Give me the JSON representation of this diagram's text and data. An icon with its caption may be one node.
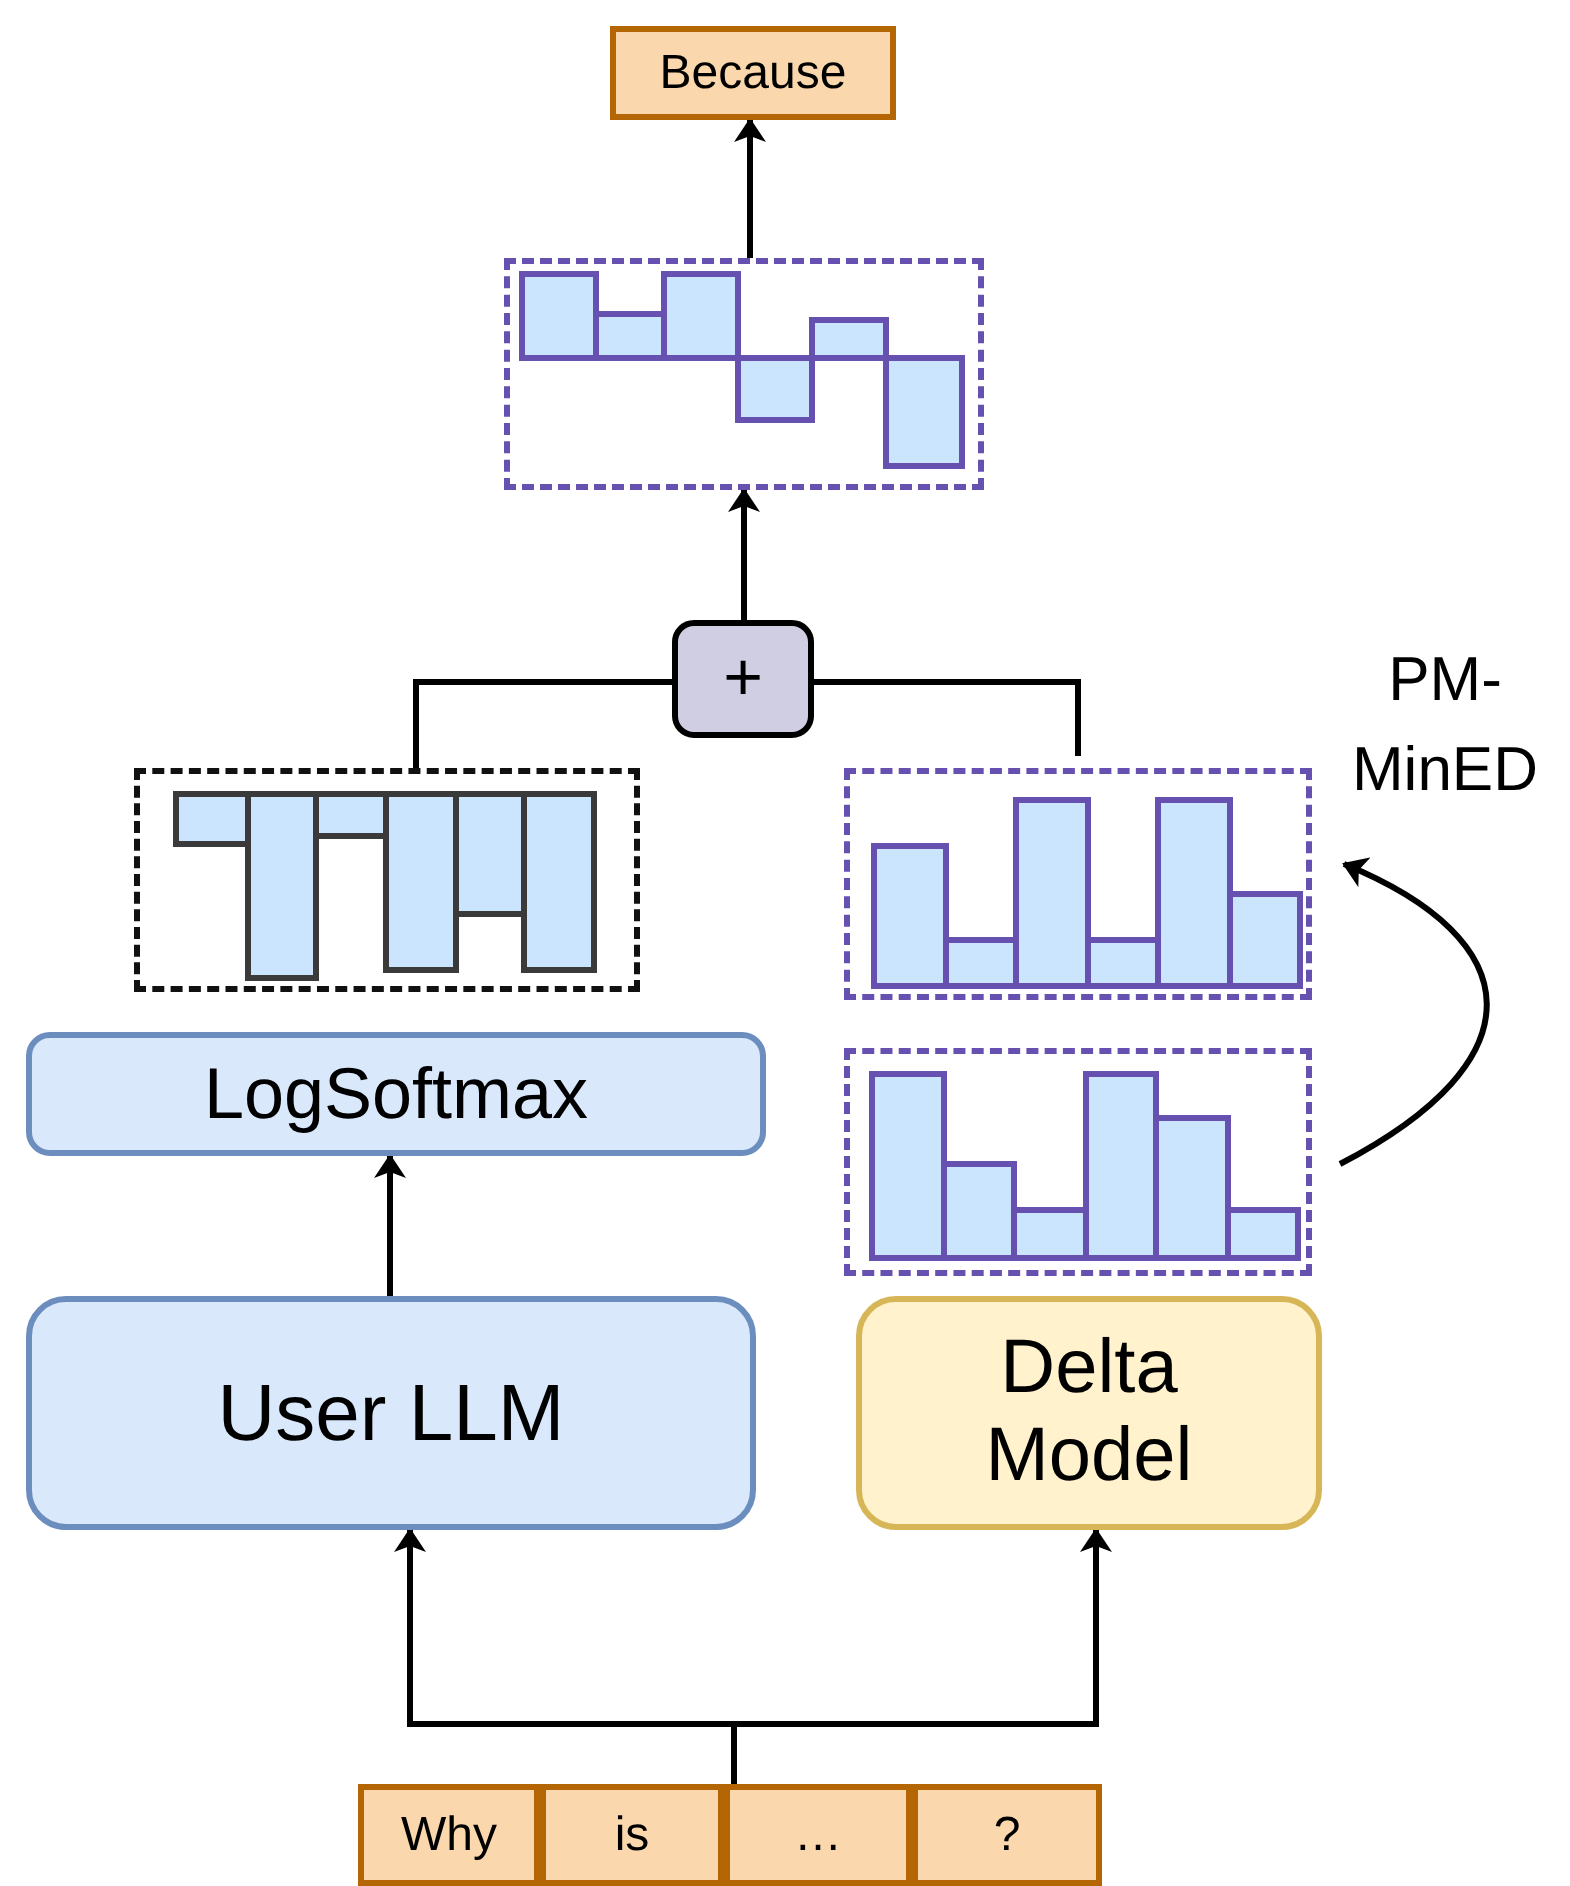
{
  "diagram": {
    "nodes": [
      {
        "text": [
          "Because"
        ]
      },
      {
        "text": [],
        "shape": "box"
      },
      {
        "text": [
          "+"
        ]
      },
      {
        "text": [],
        "shape": "box"
      },
      {
        "text": [],
        "shape": "box"
      },
      {
        "text": [
          "LogSoftmax"
        ]
      },
      {
        "text": [],
        "shape": "box"
      },
      {
        "text": [
          "User LLM"
        ]
      },
      {
        "text": [
          "Delta Model"
        ]
      },
      {
        "text": [],
        "shape": "box"
      },
      {
        "text": [
          "Why"
        ],
        "in": 9
      },
      {
        "text": [
          "is"
        ],
        "in": 9
      },
      {
        "text": [
          "…"
        ],
        "in": 9
      },
      {
        "text": [
          "?"
        ],
        "in": 9
      }
    ],
    "edges": [
      {
        "from": 1,
        "to": 0,
        "arrow": "to"
      },
      {
        "from": 2,
        "to": 1,
        "arrow": "to"
      },
      {
        "from": 3,
        "to": 2,
        "arrow": "none"
      },
      {
        "from": 4,
        "to": 2,
        "arrow": "none"
      },
      {
        "from": 7,
        "to": 5,
        "arrow": "to"
      },
      {
        "from": 6,
        "to": 4,
        "arrow": "to",
        "label": "PM-MinED"
      },
      {
        "from": 9,
        "to": 7,
        "arrow": "to"
      },
      {
        "from": 9,
        "to": 8,
        "arrow": "to"
      }
    ]
  }
}
